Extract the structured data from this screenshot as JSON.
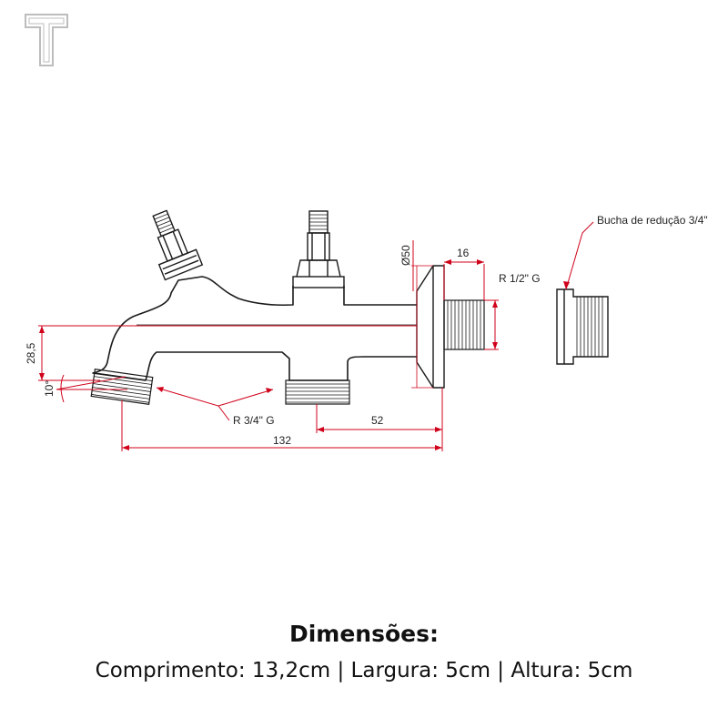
{
  "labels": {
    "diameter": "Ø50",
    "thread_length": "16",
    "thread_inlet": "R 1/2\" G",
    "bushing": "Bucha de redução 3/4\"",
    "height": "28,5",
    "angle": "10°",
    "thread_outlet": "R 3/4\" G",
    "spacing": "52",
    "total_length": "132"
  },
  "footer": {
    "title": "Dimensões:",
    "specs": "Comprimento: 13,2cm | Largura: 5cm | Altura: 5cm"
  },
  "colors": {
    "line": "#1a1a1a",
    "dimension": "#d0021b",
    "logo": "#bdbdbd"
  }
}
